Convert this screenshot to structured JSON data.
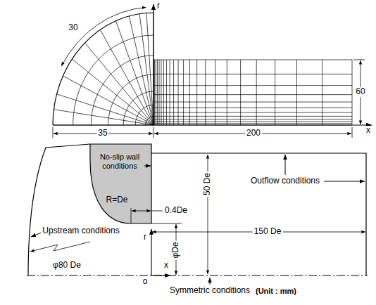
{
  "diagram": {
    "labels": [
      "30",
      "35",
      "200",
      "60",
      "r",
      "x",
      "No-slip wall conditions",
      "Outflow conditions",
      "50 De",
      "150 De",
      "R=De",
      "0.4De",
      "Upstream conditions",
      "r",
      "o",
      "x",
      "φDe",
      "φ80 De",
      "Symmetric conditions",
      "(Unit : mm)"
    ]
  }
}
